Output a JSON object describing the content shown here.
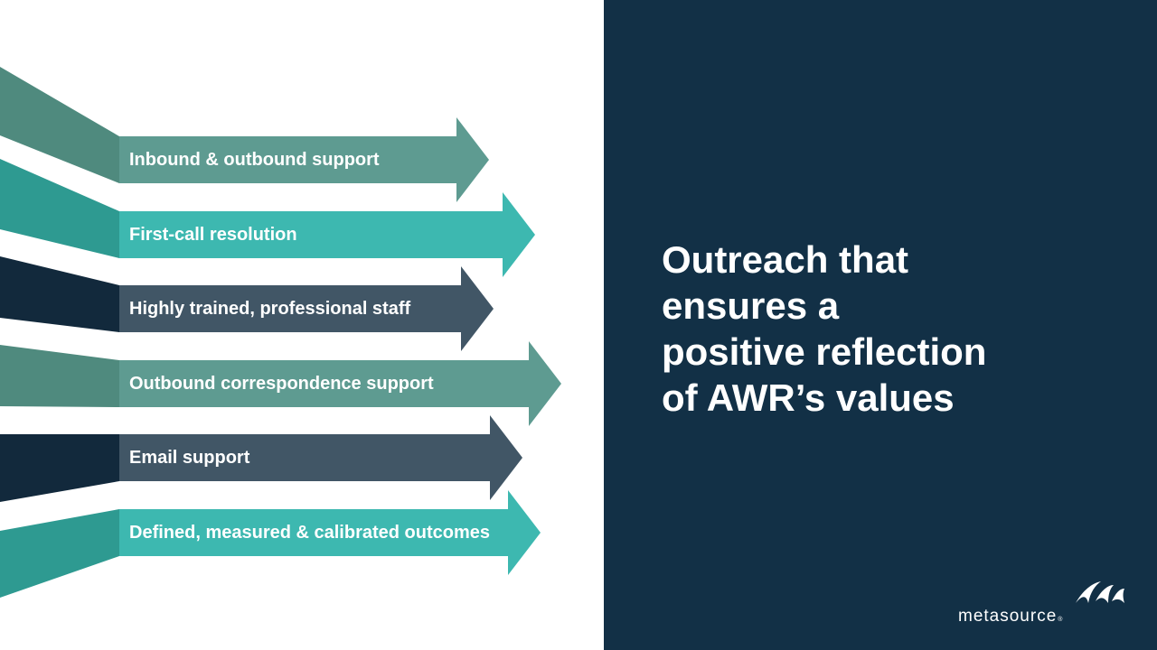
{
  "colors": {
    "panel": "#123046",
    "green": "#5e9b91",
    "teal": "#3db8b0",
    "slate": "#415666",
    "tail_green": "#4f8a7e",
    "tail_teal": "#2e9a91",
    "tail_navy": "#12293c"
  },
  "arrows": [
    {
      "label": "Inbound & outbound support",
      "color": "green",
      "tail": "tail_green"
    },
    {
      "label": "First-call resolution",
      "color": "teal",
      "tail": "tail_teal"
    },
    {
      "label": "Highly trained, professional staff",
      "color": "slate",
      "tail": "tail_navy"
    },
    {
      "label": "Outbound correspondence support",
      "color": "green",
      "tail": "tail_green"
    },
    {
      "label": "Email support",
      "color": "slate",
      "tail": "tail_navy"
    },
    {
      "label": "Defined, measured & calibrated outcomes",
      "color": "teal",
      "tail": "tail_teal"
    }
  ],
  "headline": {
    "line1": "Outreach that",
    "line2": "ensures a",
    "line3": "positive reflection",
    "line4": "of AWR’s values"
  },
  "logo": {
    "wordmark": "metasource",
    "mark_icon": "metasource-swoosh-icon",
    "registered": "®"
  }
}
